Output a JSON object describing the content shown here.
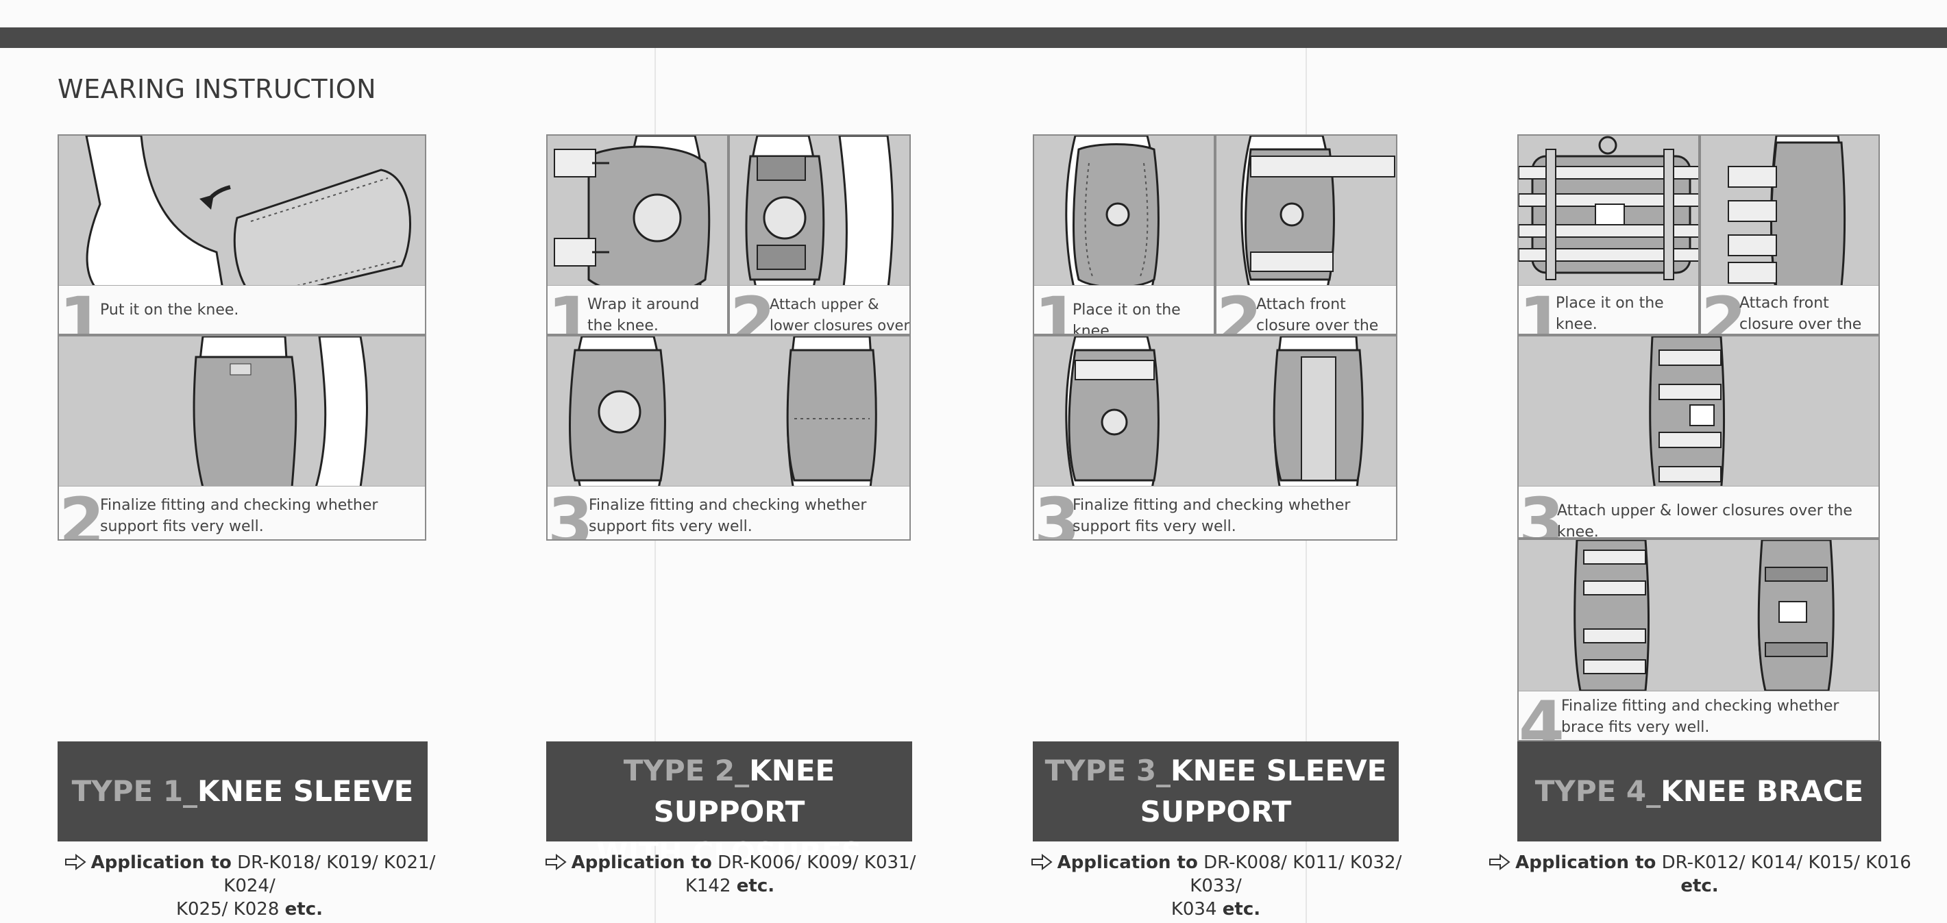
{
  "title": "WEARING INSTRUCTION",
  "types": [
    {
      "prefix": "TYPE 1_",
      "name_line1": "KNEE SLEEVE",
      "name_line2": "",
      "app_label": "Application to",
      "app_models_line1": "DR-K018/ K019/ K021/ K024/",
      "app_models_line2": "K025/ K028",
      "app_etc": "etc.",
      "steps": [
        {
          "num": "1",
          "text": "Put it on the knee."
        },
        {
          "num": "2",
          "text": "Finalize fitting and checking whether support fits very well."
        }
      ]
    },
    {
      "prefix": "TYPE 2_",
      "name_line1": "KNEE SUPPORT",
      "name_line2": "WITH CLOSURES",
      "app_label": "Application to",
      "app_models_line1": "DR-K006/ K009/ K031/ K142",
      "app_models_line2": "",
      "app_etc": "etc.",
      "steps": [
        {
          "num": "1",
          "text": "Wrap it around the knee."
        },
        {
          "num": "2",
          "text": "Attach upper & lower closures over the knee."
        },
        {
          "num": "3",
          "text": "Finalize fitting and checking whether support fits very well."
        }
      ]
    },
    {
      "prefix": "TYPE 3_",
      "name_line1": "KNEE SLEEVE",
      "name_line2": "SUPPORT",
      "app_label": "Application to",
      "app_models_line1": "DR-K008/ K011/ K032/ K033/",
      "app_models_line2": "K034",
      "app_etc": "etc.",
      "steps": [
        {
          "num": "1",
          "text": "Place it on the knee."
        },
        {
          "num": "2",
          "text": "Attach front closure over the knee."
        },
        {
          "num": "3",
          "text": "Finalize fitting and checking whether support fits very well."
        }
      ]
    },
    {
      "prefix": "TYPE 4_",
      "name_line1": "KNEE BRACE",
      "name_line2": "",
      "app_label": "Application to",
      "app_models_line1": "DR-K012/ K014/ K015/ K016",
      "app_models_line2": "",
      "app_etc": "etc.",
      "steps": [
        {
          "num": "1",
          "text": "Place it on the knee."
        },
        {
          "num": "2",
          "text": "Attach front closure over the knee."
        },
        {
          "num": "3",
          "text": "Attach upper & lower closures over the knee."
        },
        {
          "num": "4",
          "text": "Finalize fitting and checking whether brace fits very well."
        }
      ]
    }
  ],
  "colors": {
    "banner": "#4a4a4a",
    "panel": "#c9c9c9",
    "step_number": "#a8a8a8"
  },
  "icons": {
    "application": "arrow-right-outline-icon"
  }
}
